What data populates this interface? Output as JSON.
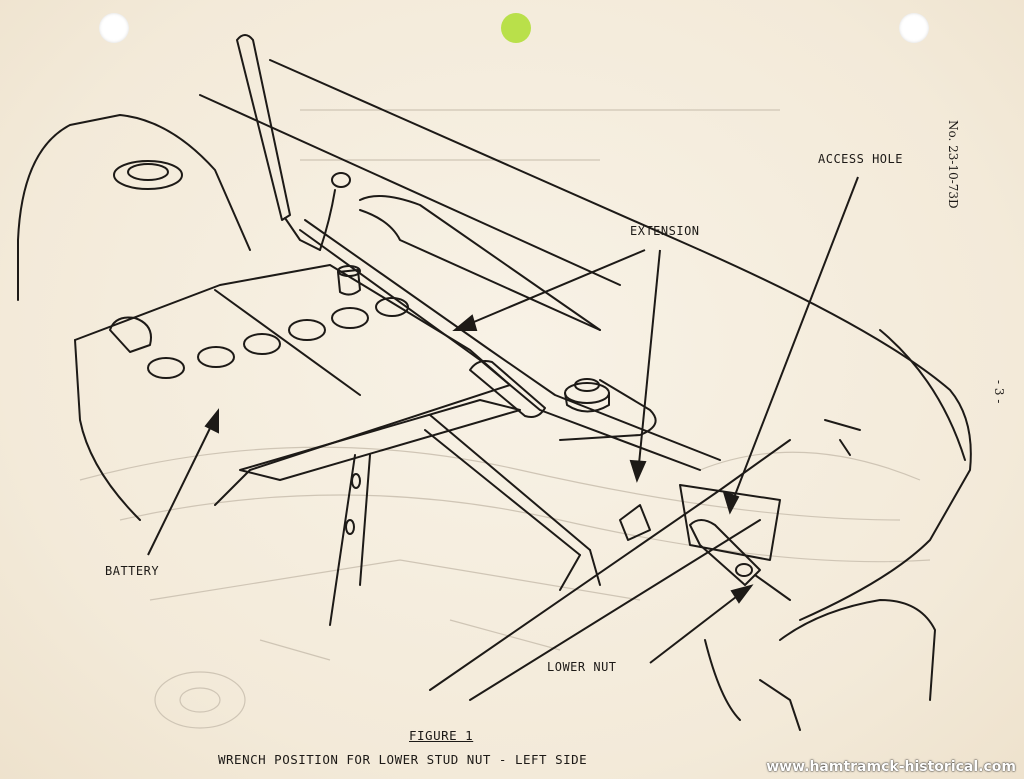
{
  "document": {
    "doc_number": "No. 23-10-73D",
    "page_number": "- 3 -",
    "figure_title": "FIGURE 1",
    "figure_caption": "WRENCH POSITION FOR LOWER STUD NUT - LEFT SIDE",
    "watermark": "www.hamtramck-historical.com"
  },
  "callouts": {
    "access_hole": "ACCESS HOLE",
    "extension": "EXTENSION",
    "battery": "BATTERY",
    "lower_nut": "LOWER NUT"
  },
  "colors": {
    "paper": "#f6efe2",
    "ink": "#1d1a17",
    "marker_dot": "#b9e04a"
  }
}
